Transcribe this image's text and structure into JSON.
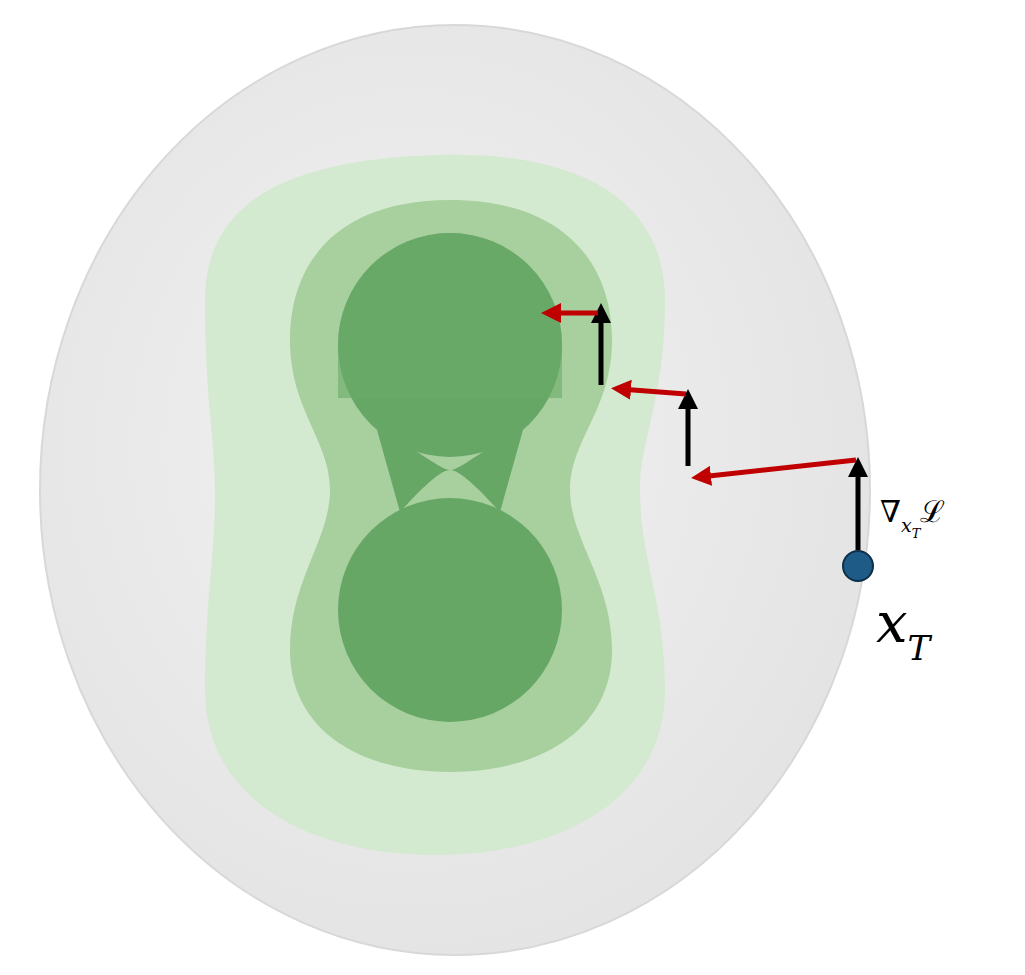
{
  "diagram": {
    "labels": [
      "∇",
      "x",
      "T",
      "ℒ",
      "x",
      "T"
    ]
  }
}
